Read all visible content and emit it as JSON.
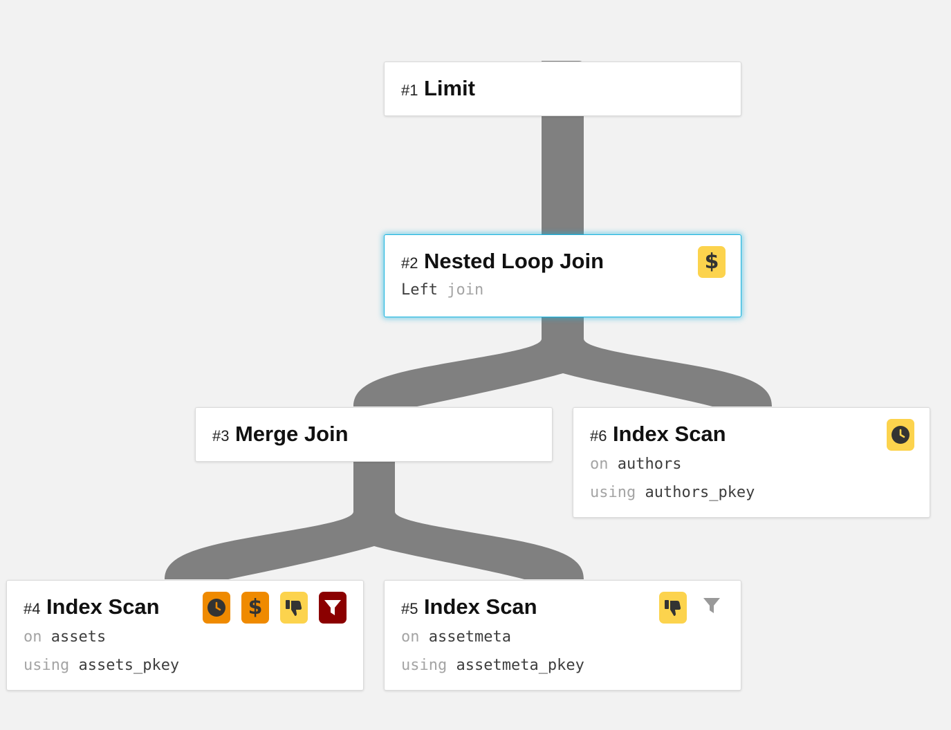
{
  "colors": {
    "background": "#f2f2f2",
    "edge": "#808080",
    "selected_border": "#17b3df",
    "badge_warning": "#fcd34d",
    "badge_alert": "#ef8a00",
    "badge_danger": "#8b0000",
    "badge_muted": "#999999"
  },
  "nodes": [
    {
      "id": "#1",
      "type": "Limit",
      "badges": []
    },
    {
      "id": "#2",
      "type": "Nested Loop Join",
      "detail_value": "Left",
      "detail_keyword": "join",
      "selected": true,
      "badges": [
        {
          "icon": "dollar-icon",
          "level": "warning",
          "glyph": "$"
        }
      ]
    },
    {
      "id": "#3",
      "type": "Merge Join",
      "badges": []
    },
    {
      "id": "#4",
      "type": "Index Scan",
      "on_keyword": "on",
      "on_value": "assets",
      "using_keyword": "using",
      "using_value": "assets_pkey",
      "badges": [
        {
          "icon": "clock-icon",
          "level": "alert"
        },
        {
          "icon": "dollar-icon",
          "level": "alert",
          "glyph": "$"
        },
        {
          "icon": "thumbs-down-icon",
          "level": "warning"
        },
        {
          "icon": "filter-icon",
          "level": "danger"
        }
      ]
    },
    {
      "id": "#5",
      "type": "Index Scan",
      "on_keyword": "on",
      "on_value": "assetmeta",
      "using_keyword": "using",
      "using_value": "assetmeta_pkey",
      "badges": [
        {
          "icon": "thumbs-down-icon",
          "level": "warning"
        },
        {
          "icon": "filter-icon",
          "level": "muted"
        }
      ]
    },
    {
      "id": "#6",
      "type": "Index Scan",
      "on_keyword": "on",
      "on_value": "authors",
      "using_keyword": "using",
      "using_value": "authors_pkey",
      "badges": [
        {
          "icon": "clock-icon",
          "level": "warning"
        }
      ]
    }
  ],
  "edges": [
    {
      "from": "#1",
      "to": "#2"
    },
    {
      "from": "#2",
      "to": "#3"
    },
    {
      "from": "#2",
      "to": "#6"
    },
    {
      "from": "#3",
      "to": "#4"
    },
    {
      "from": "#3",
      "to": "#5"
    }
  ]
}
